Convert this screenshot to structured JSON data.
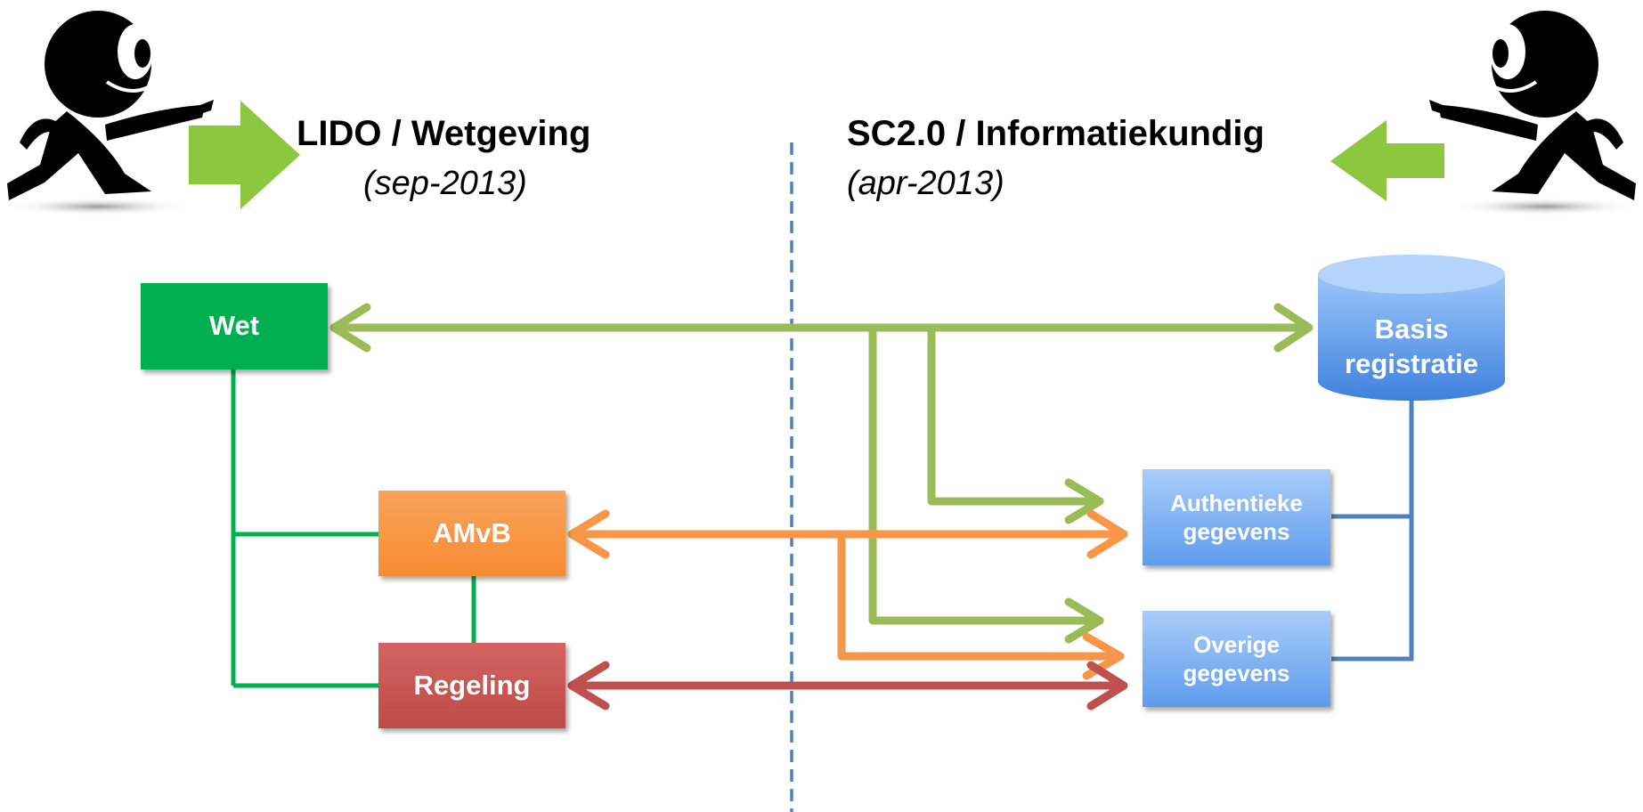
{
  "header": {
    "left_title": "LIDO / Wetgeving",
    "left_date": "(sep-2013)",
    "right_title": "SC2.0 / Informatiekundig",
    "right_date": "(apr-2013)"
  },
  "nodes": {
    "wet": "Wet",
    "amvb": "AMvB",
    "regeling": "Regeling",
    "basis_line1": "Basis",
    "basis_line2": "registratie",
    "authentieke_line1": "Authentieke",
    "authentieke_line2": "gegevens",
    "overige_line1": "Overige",
    "overige_line2": "gegevens"
  },
  "colors": {
    "wet": "#00b050",
    "amvb": "#f79646",
    "regeling": "#c0504d",
    "green_arrow": "#9bbb59",
    "blue_box": "#6fa8f0",
    "blue_line": "#4f81bd",
    "divider": "#4f81bd",
    "pointer_arrow": "#8dc63f"
  },
  "icons": {
    "left_figure": "pointing-stick-figure-icon",
    "right_figure": "pointing-stick-figure-icon"
  }
}
